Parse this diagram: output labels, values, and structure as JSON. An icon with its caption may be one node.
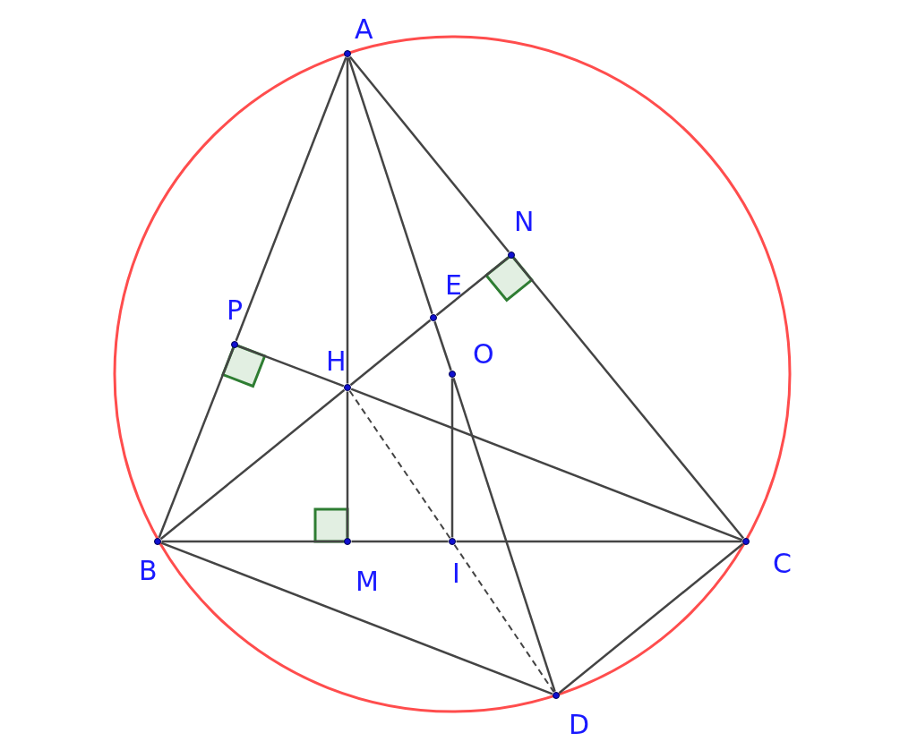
{
  "diagram": {
    "nodes": [
      {
        "text": [
          "A"
        ]
      },
      {
        "text": [
          "N"
        ]
      },
      {
        "text": [
          "E"
        ]
      },
      {
        "text": [
          "P"
        ]
      },
      {
        "text": [
          "H"
        ]
      },
      {
        "text": [
          "O"
        ]
      },
      {
        "text": [
          "B"
        ]
      },
      {
        "text": [
          "M"
        ]
      },
      {
        "text": [
          "I"
        ]
      },
      {
        "text": [
          "C"
        ]
      },
      {
        "text": [
          "D"
        ]
      }
    ],
    "edges": [
      {
        "from": 0,
        "to": 3,
        "arrow": "none"
      },
      {
        "from": 3,
        "to": 6,
        "arrow": "none"
      },
      {
        "from": 0,
        "to": 1,
        "arrow": "none"
      },
      {
        "from": 1,
        "to": 9,
        "arrow": "none"
      },
      {
        "from": 0,
        "to": 4,
        "arrow": "none"
      },
      {
        "from": 4,
        "to": 7,
        "arrow": "none"
      },
      {
        "from": 0,
        "to": 2,
        "arrow": "none"
      },
      {
        "from": 2,
        "to": 5,
        "arrow": "none"
      },
      {
        "from": 5,
        "to": 10,
        "arrow": "none"
      },
      {
        "from": 6,
        "to": 4,
        "arrow": "none"
      },
      {
        "from": 4,
        "to": 2,
        "arrow": "none"
      },
      {
        "from": 2,
        "to": 1,
        "arrow": "none"
      },
      {
        "from": 3,
        "to": 4,
        "arrow": "none"
      },
      {
        "from": 4,
        "to": 9,
        "arrow": "none"
      },
      {
        "from": 6,
        "to": 7,
        "arrow": "none"
      },
      {
        "from": 7,
        "to": 8,
        "arrow": "none"
      },
      {
        "from": 8,
        "to": 9,
        "arrow": "none"
      },
      {
        "from": 5,
        "to": 8,
        "arrow": "none"
      },
      {
        "from": 4,
        "to": 8,
        "arrow": "none",
        "style": "dashed"
      },
      {
        "from": 8,
        "to": 10,
        "arrow": "none",
        "style": "dashed"
      },
      {
        "from": 6,
        "to": 10,
        "arrow": "none"
      },
      {
        "from": 10,
        "to": 9,
        "arrow": "none"
      }
    ]
  }
}
